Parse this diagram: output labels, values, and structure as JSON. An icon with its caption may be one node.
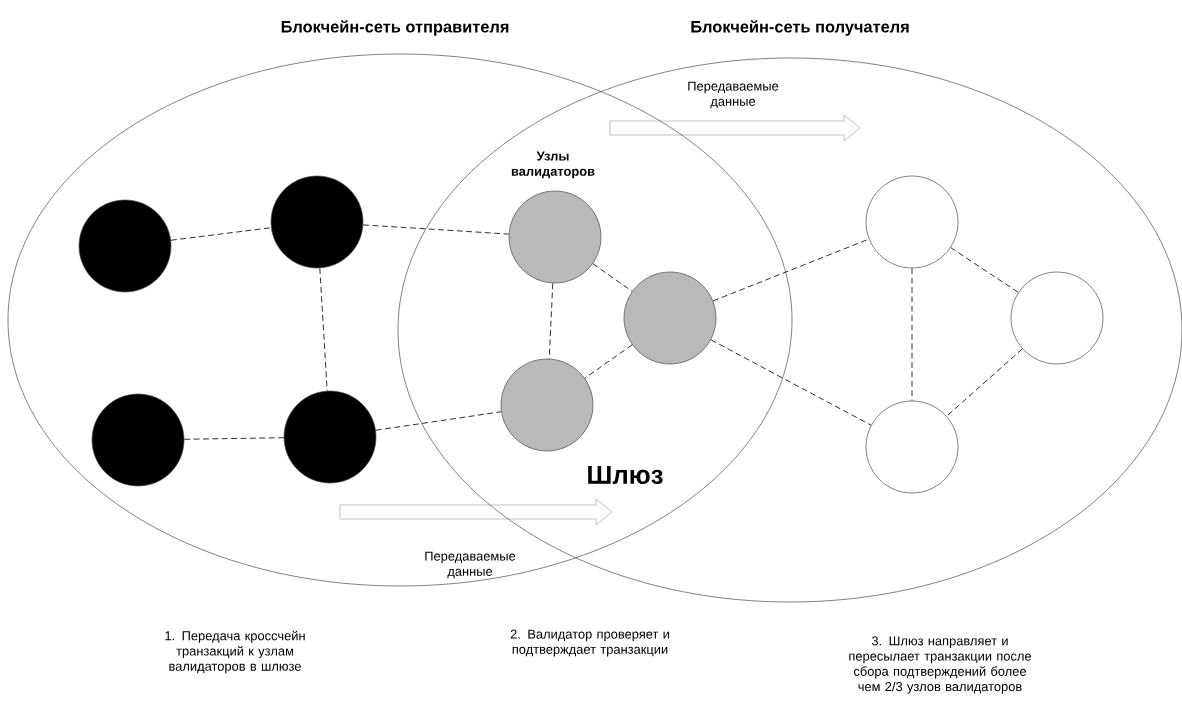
{
  "diagram": {
    "nodes": [
      {
        "text": [
          "Блокчейн-сеть отправителя"
        ]
      },
      {
        "text": [
          "Блокчейн-сеть получателя"
        ]
      },
      {
        "text": [],
        "shape": "circle",
        "in": 0
      },
      {
        "text": [],
        "shape": "circle",
        "in": 0
      },
      {
        "text": [],
        "shape": "circle",
        "in": 0
      },
      {
        "text": [],
        "shape": "circle",
        "in": 0
      },
      {
        "text": [],
        "shape": "circle"
      },
      {
        "text": [],
        "shape": "circle"
      },
      {
        "text": [],
        "shape": "circle"
      },
      {
        "text": [],
        "shape": "circle",
        "in": 1
      },
      {
        "text": [],
        "shape": "circle",
        "in": 1
      },
      {
        "text": [],
        "shape": "circle",
        "in": 1
      }
    ],
    "edges": [
      {
        "from": 2,
        "to": 3,
        "arrow": "none",
        "style": "dashed"
      },
      {
        "from": 3,
        "to": 6,
        "arrow": "none",
        "style": "dashed"
      },
      {
        "from": 3,
        "to": 5,
        "arrow": "none",
        "style": "dashed"
      },
      {
        "from": 4,
        "to": 5,
        "arrow": "none",
        "style": "dashed"
      },
      {
        "from": 5,
        "to": 8,
        "arrow": "none",
        "style": "dashed"
      },
      {
        "from": 6,
        "to": 7,
        "arrow": "none",
        "style": "dashed"
      },
      {
        "from": 6,
        "to": 8,
        "arrow": "none",
        "style": "dashed"
      },
      {
        "from": 7,
        "to": 8,
        "arrow": "none",
        "style": "dashed"
      },
      {
        "from": 7,
        "to": 9,
        "arrow": "none",
        "style": "dashed"
      },
      {
        "from": 7,
        "to": 11,
        "arrow": "none",
        "style": "dashed"
      },
      {
        "from": 9,
        "to": 10,
        "arrow": "none",
        "style": "dashed"
      },
      {
        "from": 9,
        "to": 11,
        "arrow": "none",
        "style": "dashed"
      },
      {
        "from": 10,
        "to": 11,
        "arrow": "none",
        "style": "dashed"
      }
    ],
    "labels": [
      "Передаваемые данные",
      "Узлы валидаторов",
      "Шлюз",
      "Передаваемые данные",
      "1. Передача кроссчейн транзакций к узлам валидаторов в шлюзе",
      "2. Валидатор проверяет и подтверждает транзакции",
      "3. Шлюз направляет и пересылает транзакции после сбора подтверждений более чем 2/3 узлов валидаторов"
    ]
  }
}
